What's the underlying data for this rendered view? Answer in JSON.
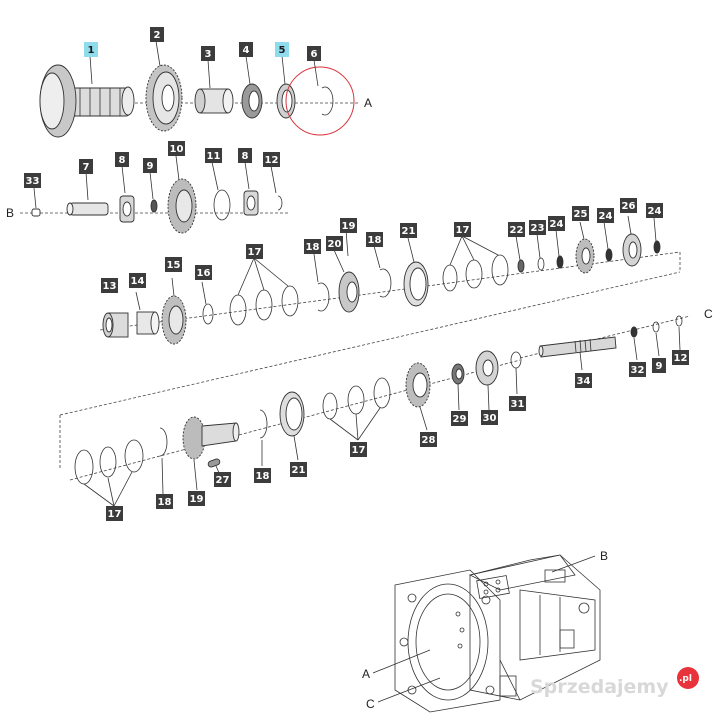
{
  "diagram": {
    "refs": [
      "A",
      "B",
      "C"
    ],
    "highlight_color": "#8fdcec",
    "tag_color": "#3c3c3c",
    "callout_color": "#d9323a",
    "labels": [
      {
        "id": "l1",
        "text": "1",
        "highlight": true
      },
      {
        "id": "l2",
        "text": "2"
      },
      {
        "id": "l3",
        "text": "3"
      },
      {
        "id": "l4",
        "text": "4"
      },
      {
        "id": "l5",
        "text": "5",
        "highlight": true
      },
      {
        "id": "l6",
        "text": "6"
      },
      {
        "id": "r2_33",
        "text": "33"
      },
      {
        "id": "r2_7",
        "text": "7"
      },
      {
        "id": "r2_8a",
        "text": "8"
      },
      {
        "id": "r2_9",
        "text": "9"
      },
      {
        "id": "r2_10",
        "text": "10"
      },
      {
        "id": "r2_11",
        "text": "11"
      },
      {
        "id": "r2_8b",
        "text": "8"
      },
      {
        "id": "r2_12",
        "text": "12"
      },
      {
        "id": "r3_13",
        "text": "13"
      },
      {
        "id": "r3_14",
        "text": "14"
      },
      {
        "id": "r3_15",
        "text": "15"
      },
      {
        "id": "r3_16",
        "text": "16"
      },
      {
        "id": "r3_17a",
        "text": "17"
      },
      {
        "id": "r3_18a",
        "text": "18"
      },
      {
        "id": "r3_19",
        "text": "19"
      },
      {
        "id": "r3_20",
        "text": "20"
      },
      {
        "id": "r3_18b",
        "text": "18"
      },
      {
        "id": "r3_21",
        "text": "21"
      },
      {
        "id": "r3_17b",
        "text": "17"
      },
      {
        "id": "r3_22",
        "text": "22"
      },
      {
        "id": "r3_23",
        "text": "23"
      },
      {
        "id": "r3_24a",
        "text": "24"
      },
      {
        "id": "r3_25",
        "text": "25"
      },
      {
        "id": "r3_24b",
        "text": "24"
      },
      {
        "id": "r3_26",
        "text": "26"
      },
      {
        "id": "r3_24c",
        "text": "24"
      },
      {
        "id": "r4_34",
        "text": "34"
      },
      {
        "id": "r4_32",
        "text": "32"
      },
      {
        "id": "r4_9",
        "text": "9"
      },
      {
        "id": "r4_12",
        "text": "12"
      },
      {
        "id": "r5_17a",
        "text": "17"
      },
      {
        "id": "r5_18a",
        "text": "18"
      },
      {
        "id": "r5_19",
        "text": "19"
      },
      {
        "id": "r5_27",
        "text": "27"
      },
      {
        "id": "r5_18b",
        "text": "18"
      },
      {
        "id": "r5_21",
        "text": "21"
      },
      {
        "id": "r5_17b",
        "text": "17"
      },
      {
        "id": "r5_28",
        "text": "28"
      },
      {
        "id": "r5_29",
        "text": "29"
      },
      {
        "id": "r5_30",
        "text": "30"
      },
      {
        "id": "r5_31",
        "text": "31"
      }
    ]
  },
  "watermark": {
    "text": "Sprzedajemy",
    "badge": ".pl",
    "badge_color": "#e8323c"
  }
}
